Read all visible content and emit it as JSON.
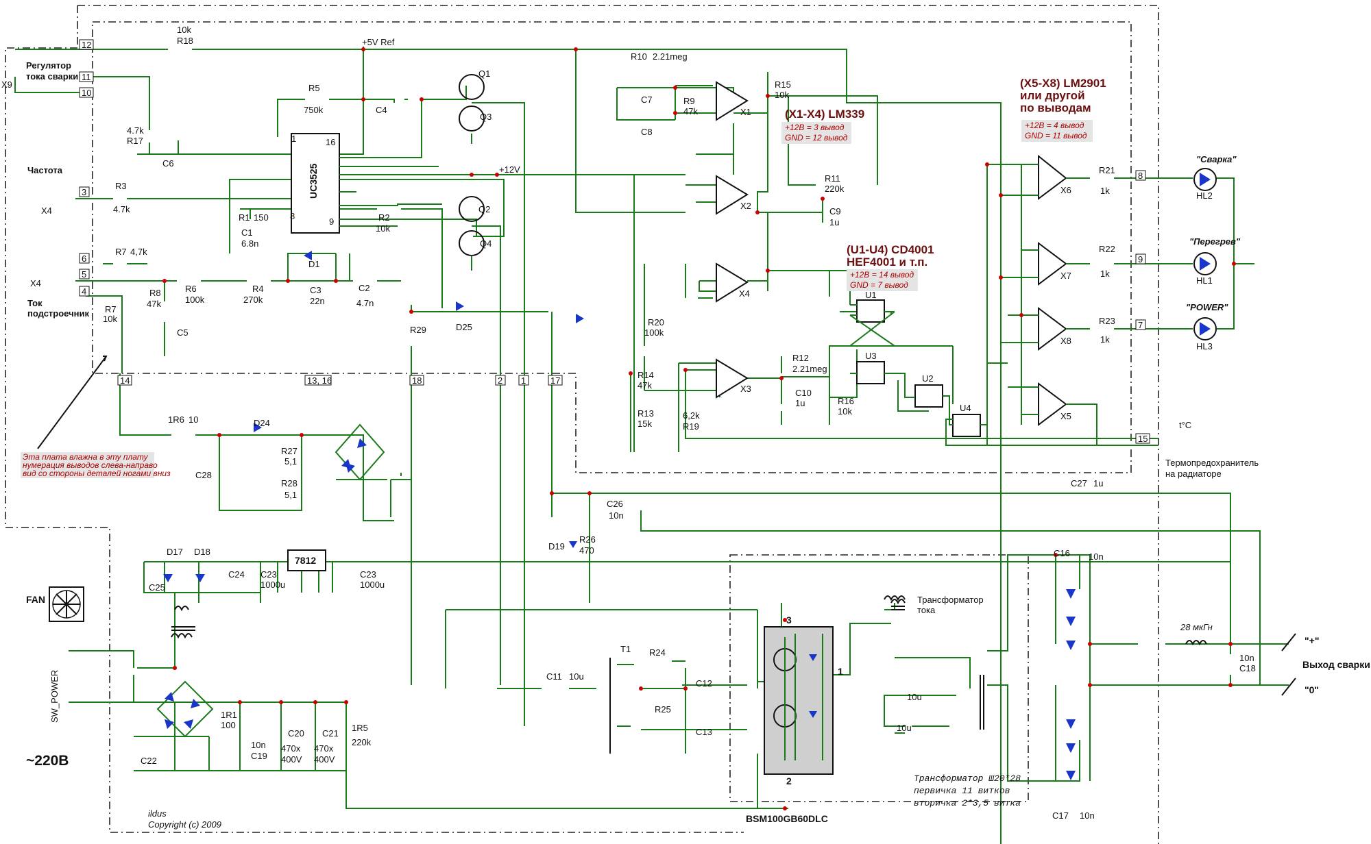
{
  "header": {
    "ic_lm339": "(X1-X4) LM339",
    "ic_lm339_pins": [
      "+12В = 3 вывод",
      "GND = 12 вывод"
    ],
    "ic_cd4001": "(U1-U4) CD4001",
    "ic_cd4001_alt": "HEF4001 и т.п.",
    "ic_cd4001_pins": [
      "+12В = 14 вывод",
      "GND = 7 вывод"
    ],
    "ic_lm2901": [
      "(X5-X8) LM2901",
      "или другой",
      "по выводам"
    ],
    "ic_lm2901_pins": [
      "+12В = 4 вывод",
      "GND = 11 вывод"
    ]
  },
  "controls": {
    "current_reg": [
      "Регулятор",
      "тока сварки"
    ],
    "freq": "Частота",
    "sub_current": [
      "Ток",
      "подстроечник"
    ]
  },
  "leds": [
    {
      "label": "\"Сварка\"",
      "ref": "HL2",
      "pin": "8"
    },
    {
      "label": "\"Перегрев\"",
      "ref": "HL1",
      "pin": "9"
    },
    {
      "label": "\"POWER\"",
      "ref": "HL3",
      "pin": "7"
    }
  ],
  "board_note": [
    "Эта плата влажна в эту плату",
    "нумерация выводов слева-направо",
    "вид со стороны деталей ногами вниз"
  ],
  "pins": [
    "12",
    "11",
    "10",
    "3",
    "6",
    "5",
    "4",
    "14",
    "13, 16",
    "18",
    "2",
    "1",
    "17",
    "15"
  ],
  "components": {
    "r18": "R18",
    "r18_val": "10k",
    "vref": "+5V Ref",
    "x9": "X9",
    "r5": "R5",
    "r5_val": "750k",
    "c4": "C4",
    "r17": "R17",
    "r17_val": "4.7k",
    "c6": "C6",
    "uc": "UC3525",
    "pin16": "16",
    "pin1": "1",
    "pin8": "8",
    "pin9": "9",
    "r3": "R3",
    "r3_val": "4.7k",
    "x4a": "X4",
    "r1": "R1",
    "r1_val": "150",
    "c1": "C1",
    "c1_val": "6.8n",
    "r2": "R2",
    "r2_val": "10k",
    "r7a": "R7",
    "r7a_val": "4,7k",
    "x4b": "X4",
    "r8": "R8",
    "r8_val": "47k",
    "c5": "C5",
    "r6": "R6",
    "r6_val": "100k",
    "r4": "R4",
    "r4_val": "270k",
    "d1": "D1",
    "c3": "C3",
    "c3_val": "22n",
    "c2": "C2",
    "c2_val": "4.7n",
    "r7b": "R7",
    "r7b_val": "10k",
    "q1": "Q1",
    "q3": "Q3",
    "q2": "Q2",
    "q4": "Q4",
    "v12": "+12V",
    "r10": "R10",
    "r10_val": "2.21meg",
    "c7": "C7",
    "c8": "C8",
    "r9": "R9",
    "r9_val": "47k",
    "r15": "R15",
    "r15_val": "10k",
    "x1": "X1",
    "x2": "X2",
    "x3": "X3",
    "x4c": "X4",
    "r11": "R11",
    "r11_val": "220k",
    "c9": "C9",
    "c9_val": "1u",
    "r29": "R29",
    "d25": "D25",
    "r20": "R20",
    "r20_val": "100k",
    "r14": "R14",
    "r14_val": "47k",
    "r13": "R13",
    "r13_val": "15k",
    "r19": "R19",
    "r19_val": "6,2k",
    "r12": "R12",
    "r12_val": "2.21meg",
    "c10": "C10",
    "c10_val": "1u",
    "r16": "R16",
    "r16_val": "10k",
    "u1": "U1",
    "u2": "U2",
    "u3": "U3",
    "u4": "U4",
    "x5": "X5",
    "x6": "X6",
    "x7": "X7",
    "x8": "X8",
    "r21": "R21",
    "r21_val": "1k",
    "r22": "R22",
    "r22_val": "1k",
    "r23": "R23",
    "r23_val": "1k",
    "thermo": [
      "Термопредохранитель",
      "на радиаторе"
    ],
    "tc": "t°C",
    "c27": "C27",
    "c27_val": "1u",
    "r6b": "1R6",
    "r6b_val": "10",
    "d24": "D24",
    "c28": "C28",
    "r27": "R27",
    "r27_val": "5,1",
    "r28": "R28",
    "r28_val": "5,1",
    "c26": "C26",
    "c26_val": "10n",
    "d19": "D19",
    "r26": "R26",
    "r26_val": "470",
    "d17": "D17",
    "d18": "D18",
    "c25": "C25",
    "c24": "C24",
    "c23a": "C23",
    "c23a_val": "1000u",
    "reg": "7812",
    "c23b": "C23",
    "c23b_val": "1000u",
    "fan": "FAN",
    "sw": "SW_POWER",
    "mains": "~220В",
    "r1b": "1R1",
    "r1b_val": "100",
    "c19": "C19",
    "c19_val": "10n",
    "c22": "C22",
    "c20": "C20",
    "c20_val": [
      "470x",
      "400V"
    ],
    "c21": "C21",
    "c21_val": [
      "470x",
      "400V"
    ],
    "r5b": "1R5",
    "r5b_val": "220k",
    "author": [
      "ildus",
      "Copyright (c) 2009"
    ],
    "t1": "T1",
    "r24": "R24",
    "r25": "R25",
    "c12": "C12",
    "c13": "C13",
    "c11": "C11",
    "c11_val": "10u",
    "ct": [
      "Трансформатор",
      "тока"
    ],
    "igbt": "BSM100GB60DLC",
    "igbt_p3": "3",
    "igbt_p1": "1",
    "igbt_p2": "2",
    "c10u_a": "10u",
    "c10u_b": "10u",
    "trafo": [
      "Трансформатор Ш20*28",
      "первичка 11 витков",
      "вторичка 2*3,5 витка"
    ],
    "c16": "C16",
    "c16_val": "10n",
    "c17": "C17",
    "c17_val": "10n",
    "l1": "28 мкГн",
    "c18": "C18",
    "c18_val": "10n",
    "out_plus": "\"+\"",
    "out_zero": "\"0\"",
    "out_label": "Выход сварки"
  }
}
